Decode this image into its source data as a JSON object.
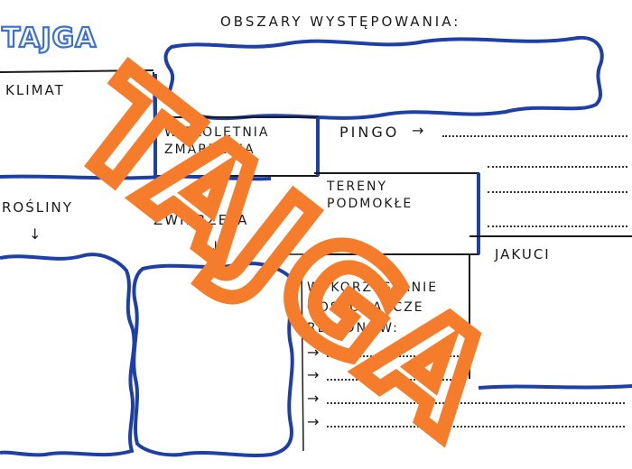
{
  "logo_text": "TAJGA",
  "headings": {
    "obszary": "OBSZARY WYSTĘPOWANIA:",
    "klimat": "KLIMAT",
    "wieloletnia": "WIELOLETNIA ZMARZLINA",
    "pingo": "PINGO",
    "tereny": "TERENY PODMOKŁE",
    "rosliny": "ROŚLINY",
    "zwierzeta": "ZWIERZĘTA",
    "jakuci": "JAKUCI",
    "wykorzystanie": "WYKORZYSTANIE GOSPODARCZE REGIONÓW:"
  },
  "watermark": "TAJGA",
  "colors": {
    "ink": "#1a1a1a",
    "blue_marker": "#1d3fa6",
    "logo_blue": "#3a6fd8",
    "watermark_orange": "#f47c2a"
  },
  "icons": [
    "arrow-right-icon",
    "arrow-down-icon"
  ]
}
